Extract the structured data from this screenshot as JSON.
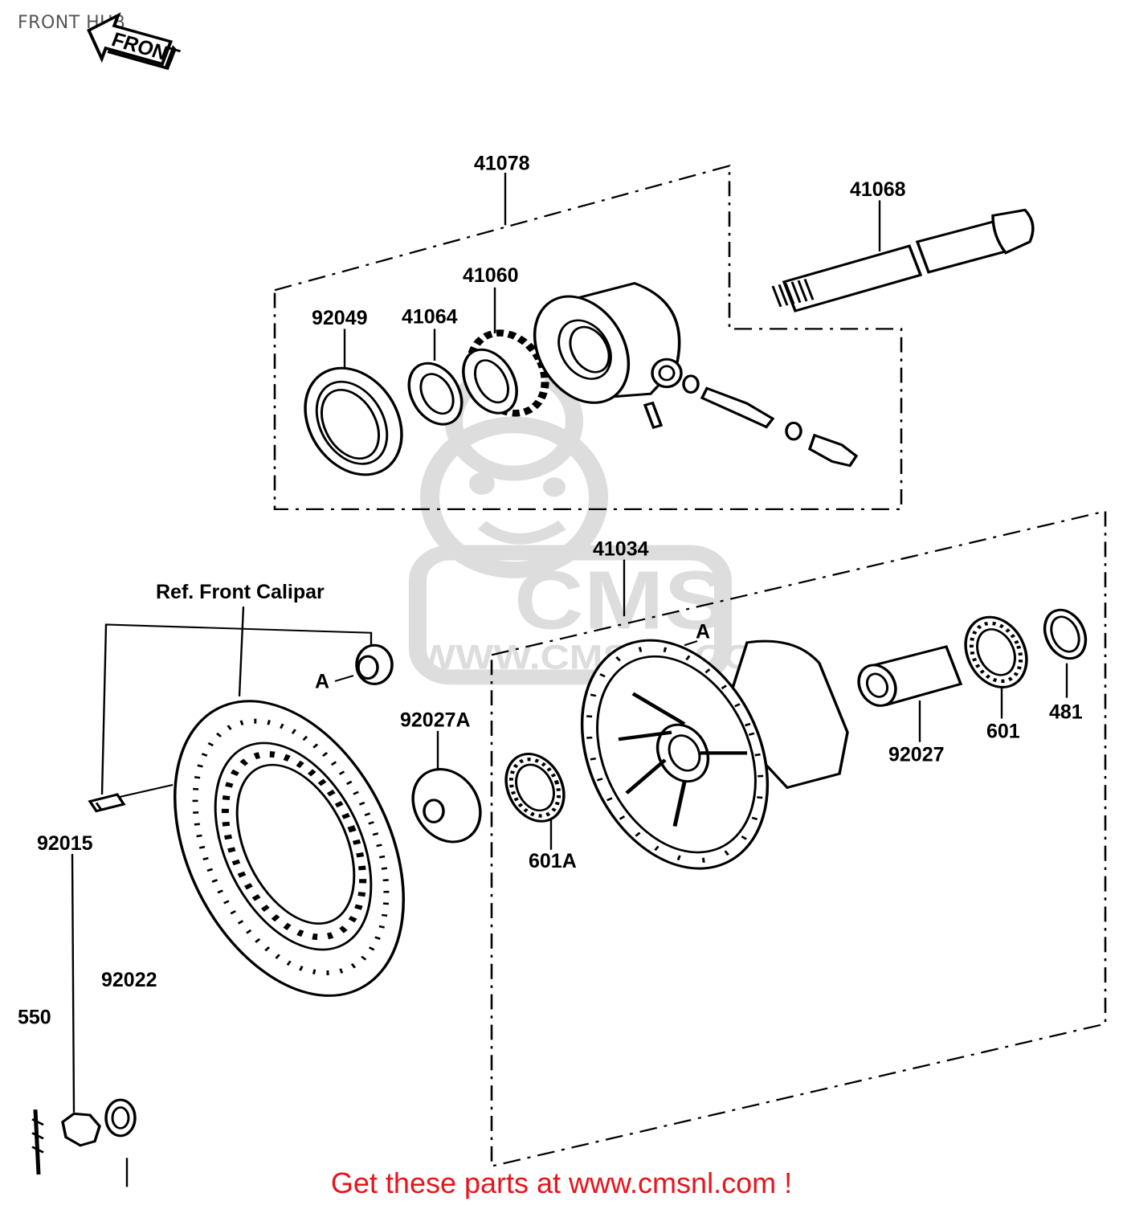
{
  "page_title": "FRONT HUB",
  "front_arrow_label": "FRONT",
  "labels": {
    "p41078": "41078",
    "p41068": "41068",
    "p41060": "41060",
    "p92049": "92049",
    "p41064": "41064",
    "p41034": "41034",
    "ref_front_caliper": "Ref. Front Calipar",
    "a_left": "A",
    "a_hub": "A",
    "p92027A": "92027A",
    "p92027": "92027",
    "p601": "601",
    "p481": "481",
    "p601A": "601A",
    "p92015": "92015",
    "p92022": "92022",
    "p550": "550"
  },
  "watermark": {
    "brand": "CMS",
    "url": "WWW.CMSNL.COM"
  },
  "footer": {
    "text": "Get these parts at www.cmsnl.com !",
    "color": "#e8141b"
  }
}
